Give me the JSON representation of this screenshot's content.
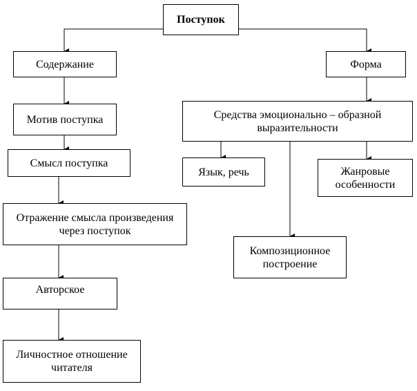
{
  "diagram": {
    "root": "Поступок",
    "content": "Содержание",
    "form": "Форма",
    "motive": "Мотив поступка",
    "meaning": "Смысл поступка",
    "reflection": "Отражение смысла произведения через поступок",
    "author": "Авторское",
    "personal": "Личностное отношение читателя",
    "means": "Средства эмоционально – образной выразительности",
    "language": "Язык, речь",
    "genre": "Жанровые особенности",
    "composition": "Композиционное построение"
  },
  "colors": {
    "line": "#000000",
    "box_border": "#000000",
    "background": "#ffffff"
  }
}
